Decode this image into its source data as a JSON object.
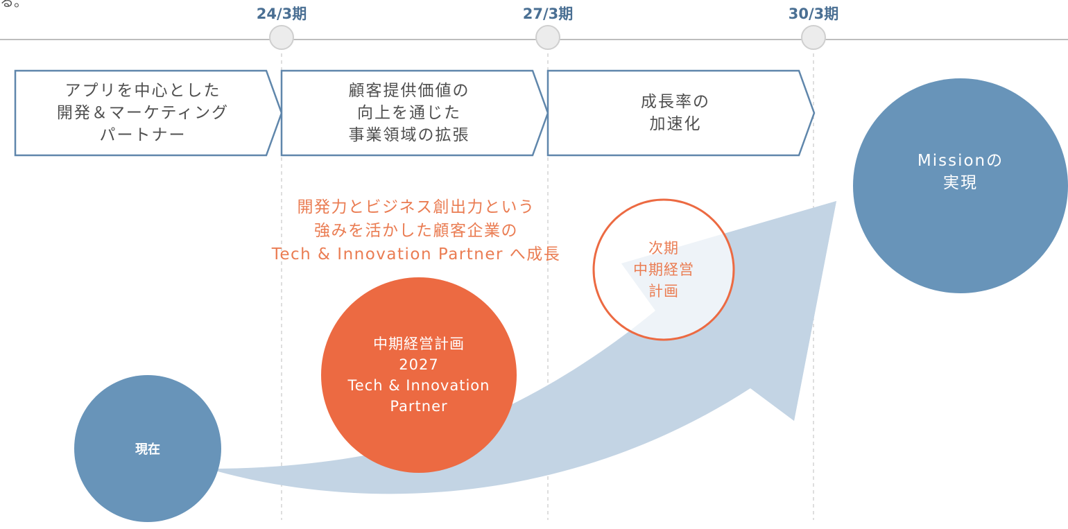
{
  "periods": [
    "24/3期",
    "27/3期",
    "30/3期"
  ],
  "stages": [
    "アプリを中心とした\n開発＆マーケティング\nパートナー",
    "顧客提供価値の\n向上を通じた\n事業領域の拡張",
    "成長率の\n加速化"
  ],
  "tagline": "開発力とビジネス創出力という\n強みを活かした顧客企業の\nTech & Innovation Partner へ成長",
  "circles": {
    "current": "現在",
    "plan2027": "中期経営計画\n2027\nTech & Innovation\nPartner",
    "next_plan": "次期\n中期経営\n計画",
    "mission": "Missionの\n実現"
  },
  "corner_text": "る。",
  "colors": {
    "blue": "#6894b9",
    "orange": "#ec6a42",
    "arrow": "#c3d4e4",
    "chevron_stroke": "#5f86ab",
    "period_text": "#4a6f93",
    "tagline_text": "#ea7c52"
  }
}
